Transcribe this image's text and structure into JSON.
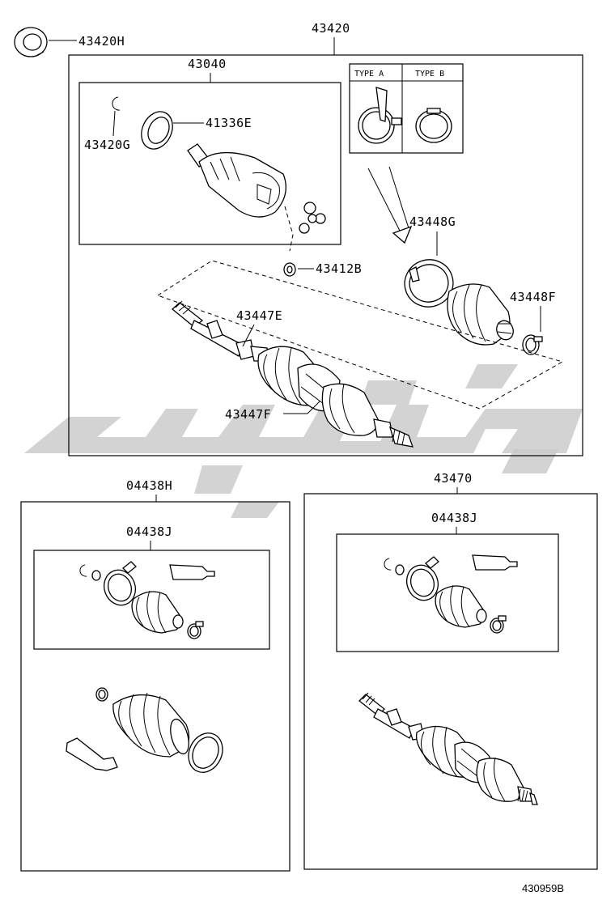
{
  "labels": {
    "p43420H": "43420H",
    "p43420": "43420",
    "p43040": "43040",
    "p43420G": "43420G",
    "p41336E": "41336E",
    "typeA": "TYPE A",
    "typeB": "TYPE B",
    "p43448G": "43448G",
    "p43412B": "43412B",
    "p43448F": "43448F",
    "p43447E": "43447E",
    "p43447F": "43447F",
    "p04438H": "04438H",
    "p04438J_left": "04438J",
    "p43470": "43470",
    "p04438J_right": "04438J",
    "figure_id": "430959B"
  },
  "colors": {
    "line": "#000000",
    "watermark": "#c9c9c9",
    "background": "#ffffff"
  }
}
